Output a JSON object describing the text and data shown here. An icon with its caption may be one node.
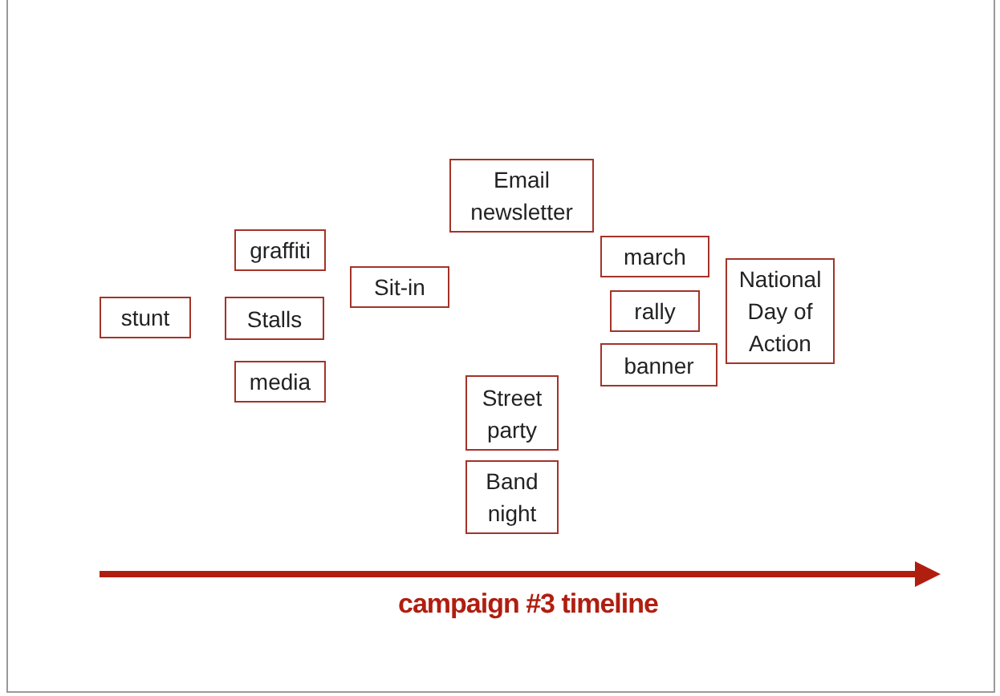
{
  "diagram": {
    "nodes": [
      {
        "text": [
          "stunt"
        ]
      },
      {
        "text": [
          "graffiti"
        ]
      },
      {
        "text": [
          "Stalls"
        ]
      },
      {
        "text": [
          "media"
        ]
      },
      {
        "text": [
          "Sit-in"
        ]
      },
      {
        "text": [
          "Email newsletter"
        ]
      },
      {
        "text": [
          "Street party"
        ]
      },
      {
        "text": [
          "Band night"
        ]
      },
      {
        "text": [
          "march"
        ]
      },
      {
        "text": [
          "rally"
        ]
      },
      {
        "text": [
          "banner"
        ]
      },
      {
        "text": [
          "National Day of Action"
        ]
      }
    ],
    "edges": [],
    "labels": [
      "campaign #3 timeline"
    ]
  }
}
